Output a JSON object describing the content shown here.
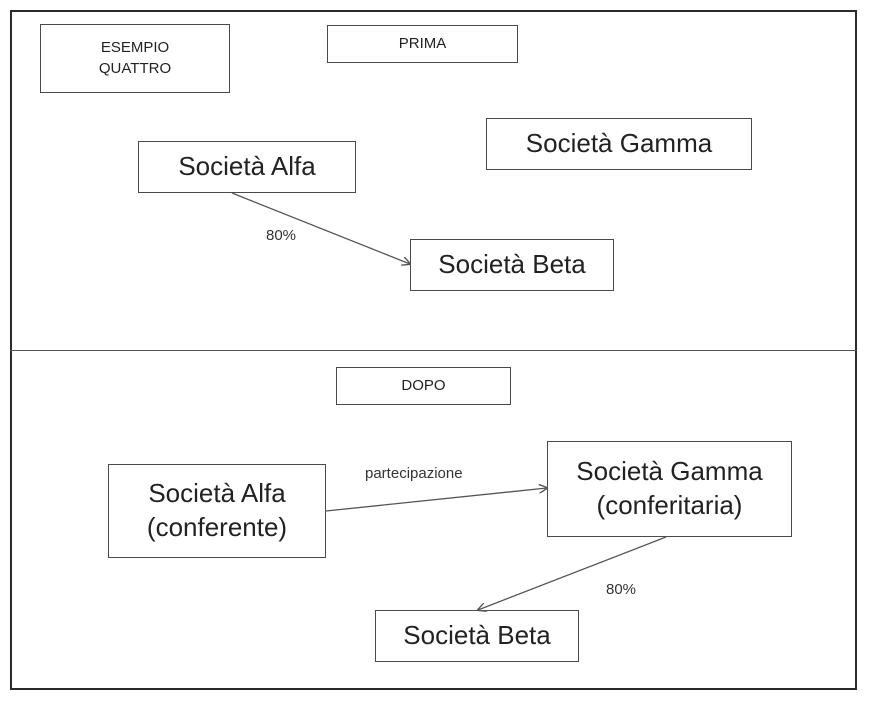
{
  "top": {
    "example_line1": "ESEMPIO",
    "example_line2": "QUATTRO",
    "before_label": "PRIMA",
    "alfa": "Società Alfa",
    "gamma": "Società Gamma",
    "beta": "Società Beta",
    "alfa_beta_pct": "80%"
  },
  "bottom": {
    "after_label": "DOPO",
    "alfa_line1": "Società Alfa",
    "alfa_line2": "(conferente)",
    "gamma_line1": "Società Gamma",
    "gamma_line2": "(conferitaria)",
    "beta": "Società Beta",
    "alfa_gamma_label": "partecipazione",
    "gamma_beta_pct": "80%"
  },
  "colors": {
    "line": "#555555",
    "border": "#4a4a4a"
  }
}
